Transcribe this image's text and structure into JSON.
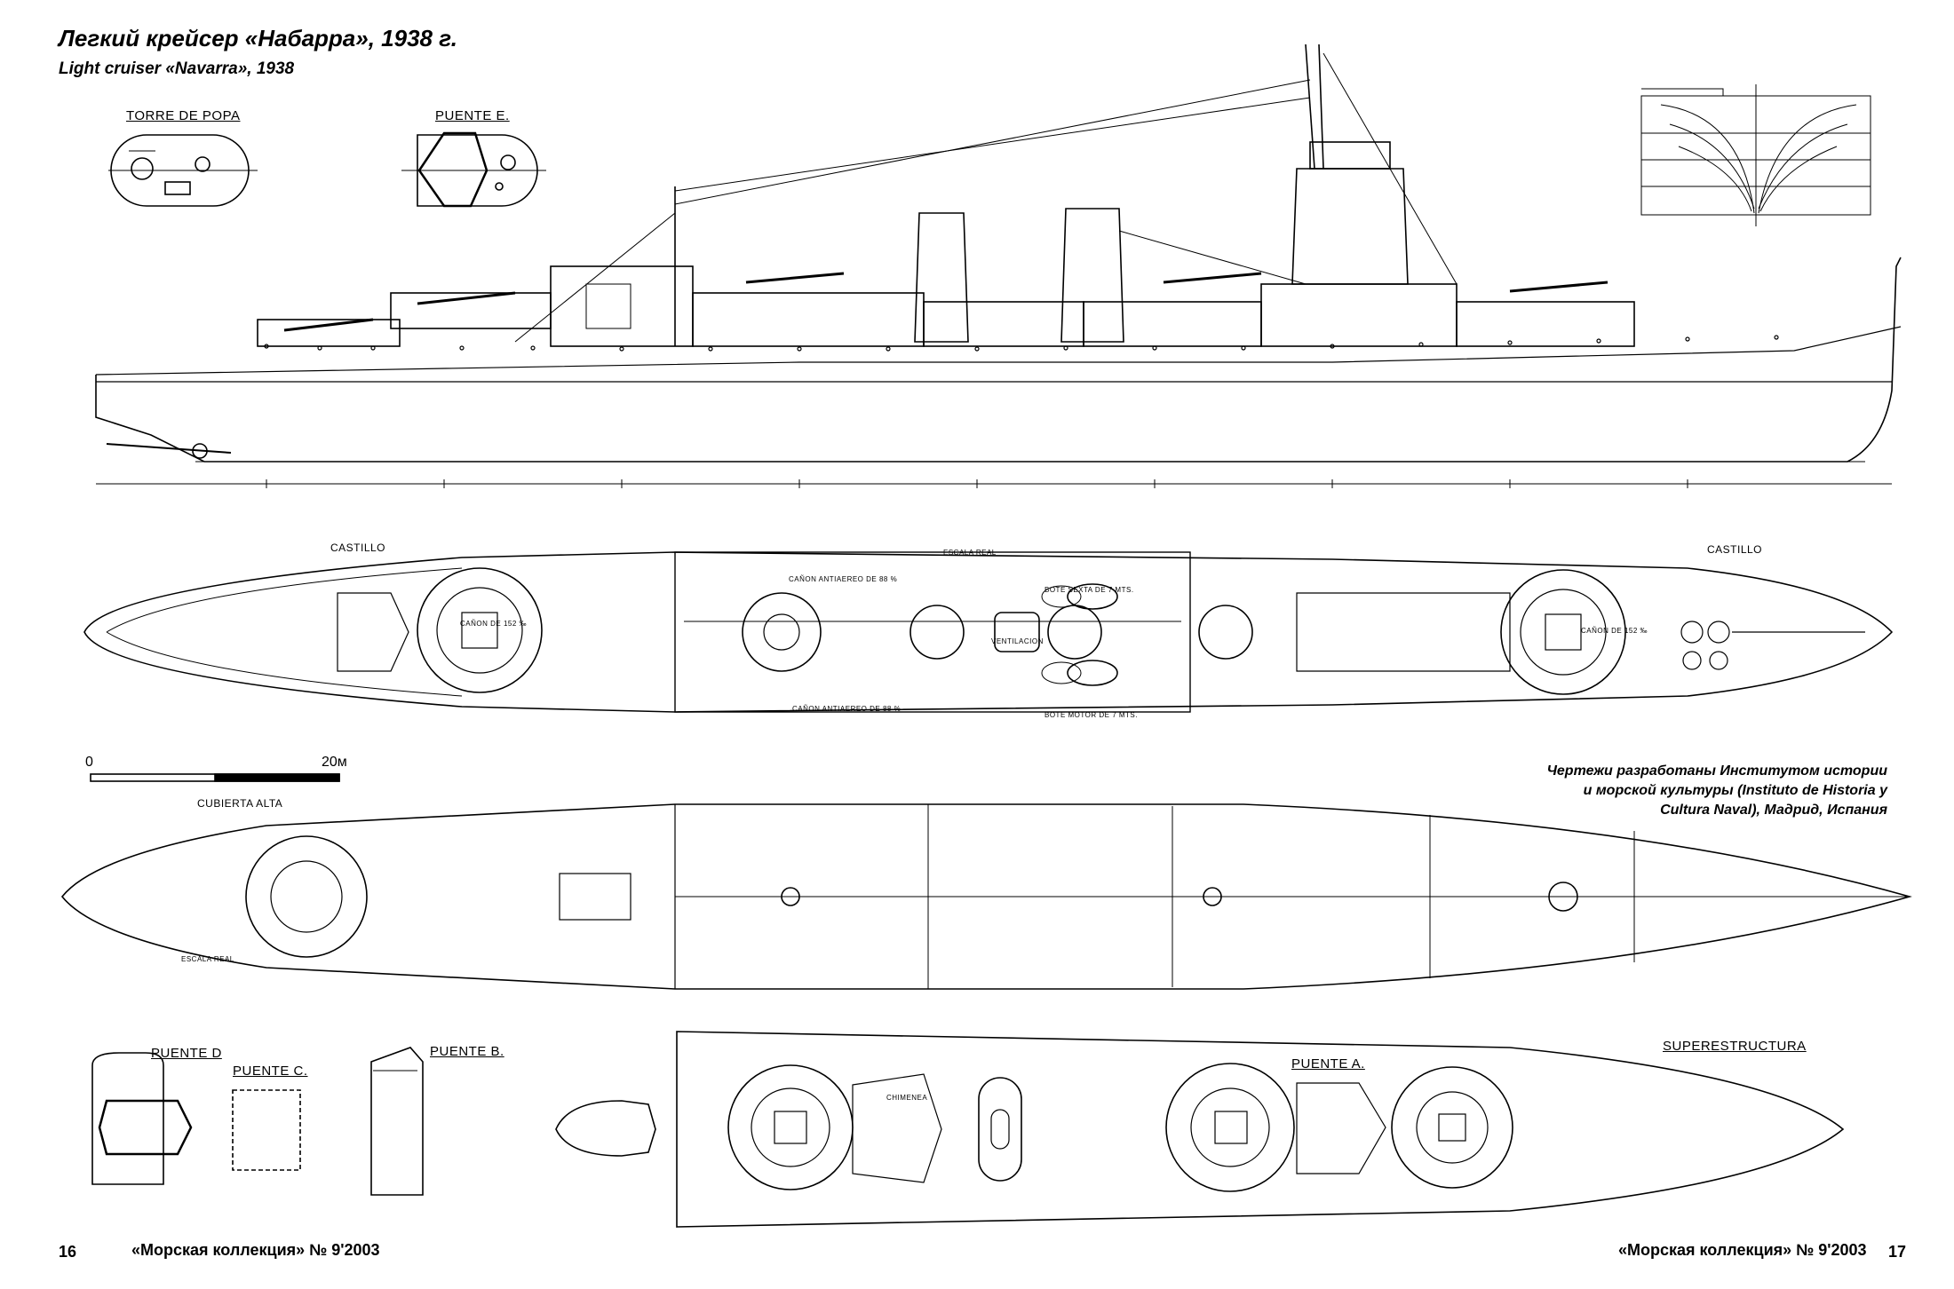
{
  "header": {
    "title_ru": "Легкий крейсер «Набарра», 1938 г.",
    "title_en": "Light cruiser «Navarra», 1938"
  },
  "labels": {
    "torre_de_popa": "TORRE DE POPA",
    "puente_e": "PUENTE E.",
    "castillo_left": "CASTILLO",
    "castillo_right": "CASTILLO",
    "cubierta_alta": "CUBIERTA ALTA",
    "puente_d": "PUENTE D",
    "puente_c": "PUENTE C.",
    "puente_b": "PUENTE B.",
    "puente_a": "PUENTE A.",
    "superestructura": "SUPERESTRUCTURA"
  },
  "deck_notes": {
    "escala_real": "ESCALA REAL",
    "canon_antiaereo_top": "CAÑON ANTIAEREO DE 88 %",
    "canon_antiaereo_bottom": "CAÑON ANTIAEREO DE 88 %",
    "bote_sexta": "BOTE SEXTA DE 7 MTS.",
    "bote_motor": "BOTE MOTOR DE 7 MTS.",
    "ventilacion": "VENTILACION",
    "canon_152_aft": "CAÑON DE 152 ‰",
    "canon_152_fwd": "CAÑON DE 152 ‰",
    "chimenea": "CHIMENEA",
    "escala_real_low": "ESCALA REAL"
  },
  "scale_bar": {
    "start_label": "0",
    "end_label": "20м"
  },
  "credit": "Чертежи разработаны Институтом истории и морской культуры (Instituto de Historia y Cultura Naval), Мадрид, Испания",
  "footer": {
    "left_page": "16",
    "left_journal": "«Морская коллекция» № 9'2003",
    "right_journal": "«Морская коллекция» № 9'2003",
    "right_page": "17"
  },
  "colors": {
    "ink": "#000000",
    "paper": "#ffffff"
  }
}
